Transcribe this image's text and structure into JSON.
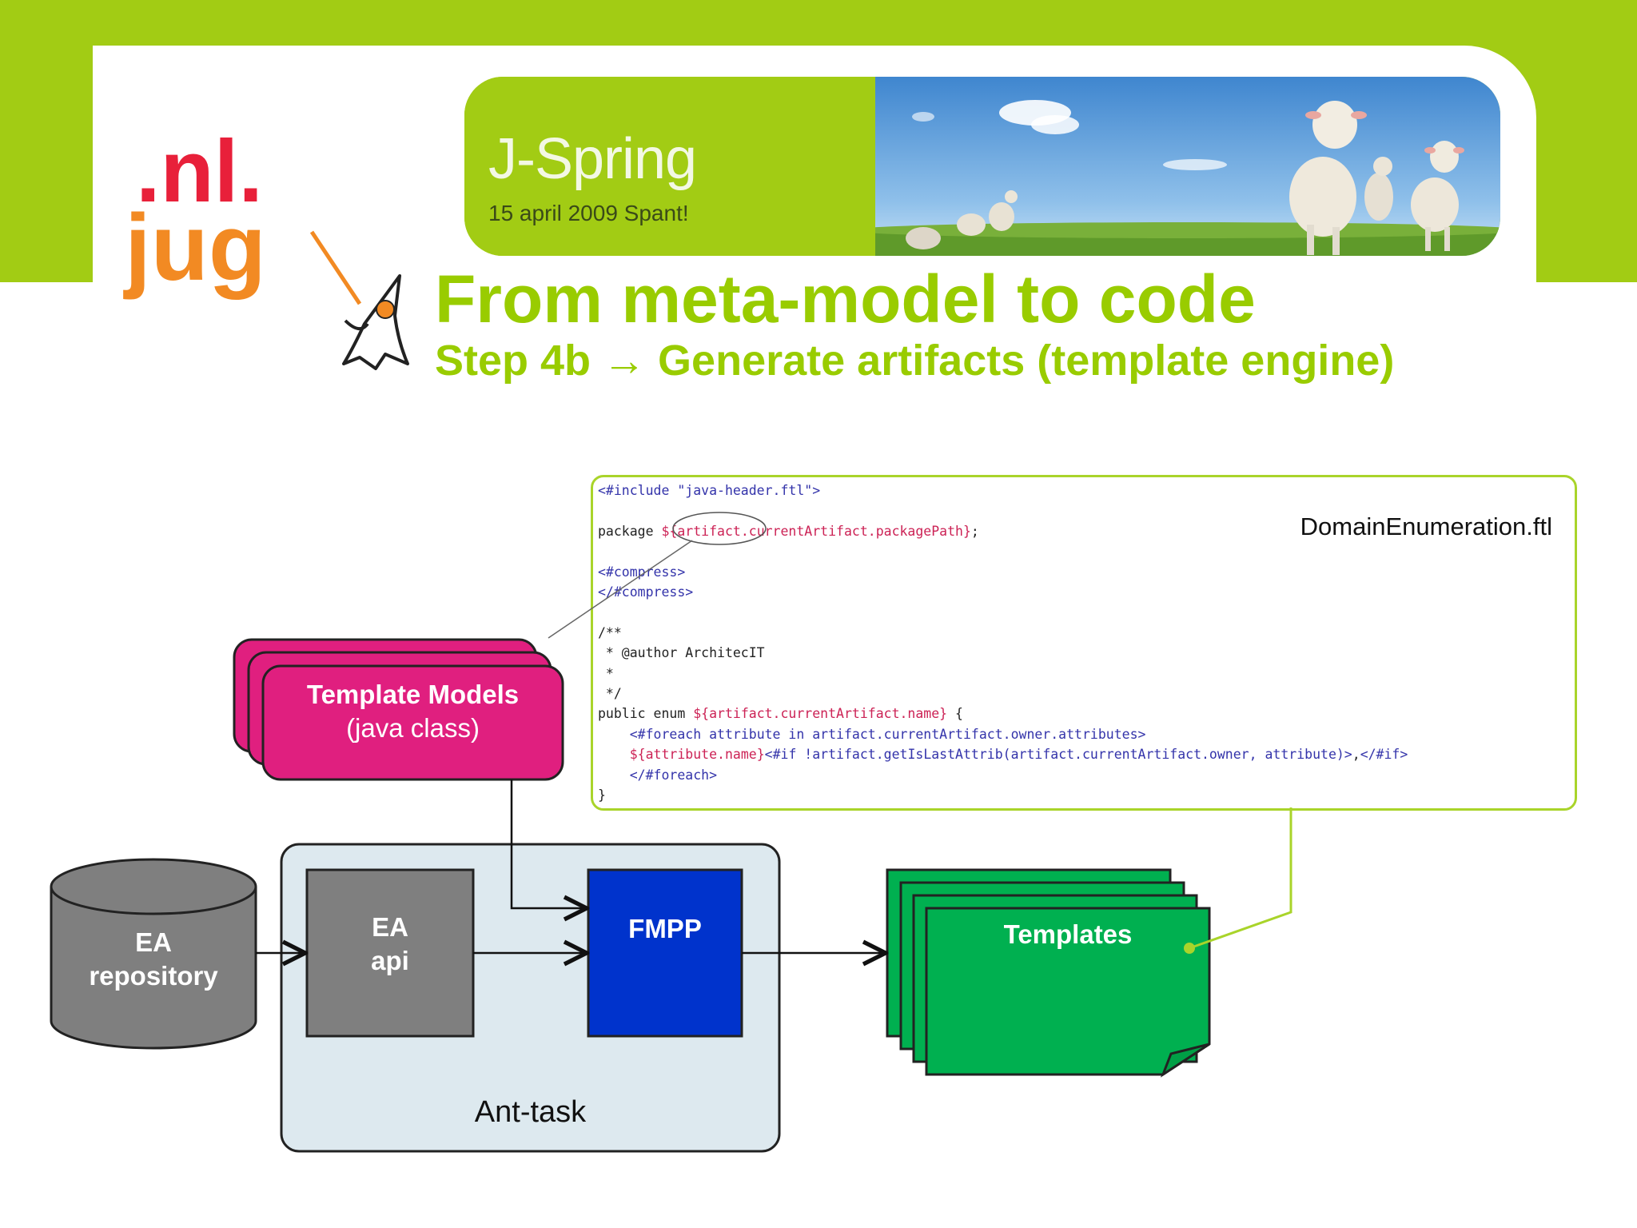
{
  "header": {
    "event_title": "J-Spring",
    "event_subtitle": "15 april 2009 Spant!",
    "logo_line1": ".nl.",
    "logo_line2": "jug"
  },
  "slide": {
    "title": "From meta-model to code",
    "subtitle": "Step 4b → Generate artifacts (template engine)"
  },
  "code_sample": {
    "filename": "DomainEnumeration.ftl",
    "lines": [
      "<#include \"java-header.ftl\">",
      "",
      "package ${artifact.currentArtifact.packagePath};",
      "",
      "<#compress>",
      "</#compress>",
      "",
      "/**",
      " * @author ArchitecIT",
      " *",
      " */",
      "public enum ${artifact.currentArtifact.name} {",
      "    <#foreach attribute in artifact.currentArtifact.owner.attributes>",
      "    ${attribute.name}<#if !artifact.getIsLastAttrib(artifact.currentArtifact.owner, attribute)>,</#if>",
      "    </#foreach>",
      "}"
    ]
  },
  "diagram": {
    "template_models": {
      "title": "Template Models",
      "subtitle": "(java class)"
    },
    "ea_repository": {
      "line1": "EA",
      "line2": "repository"
    },
    "ea_api": {
      "line1": "EA",
      "line2": "api"
    },
    "fmpp": {
      "label": "FMPP"
    },
    "ant_task": {
      "label": "Ant-task"
    },
    "templates": {
      "label": "Templates"
    }
  },
  "colors": {
    "accent_green": "#a2cc14",
    "title_green": "#99cc00",
    "template_models_pink": "#e01f7f",
    "ea_gray": "#7f7f7f",
    "fmpp_blue": "#0033cc",
    "templates_green": "#00b050",
    "ant_task_bg": "#dde9ef"
  }
}
